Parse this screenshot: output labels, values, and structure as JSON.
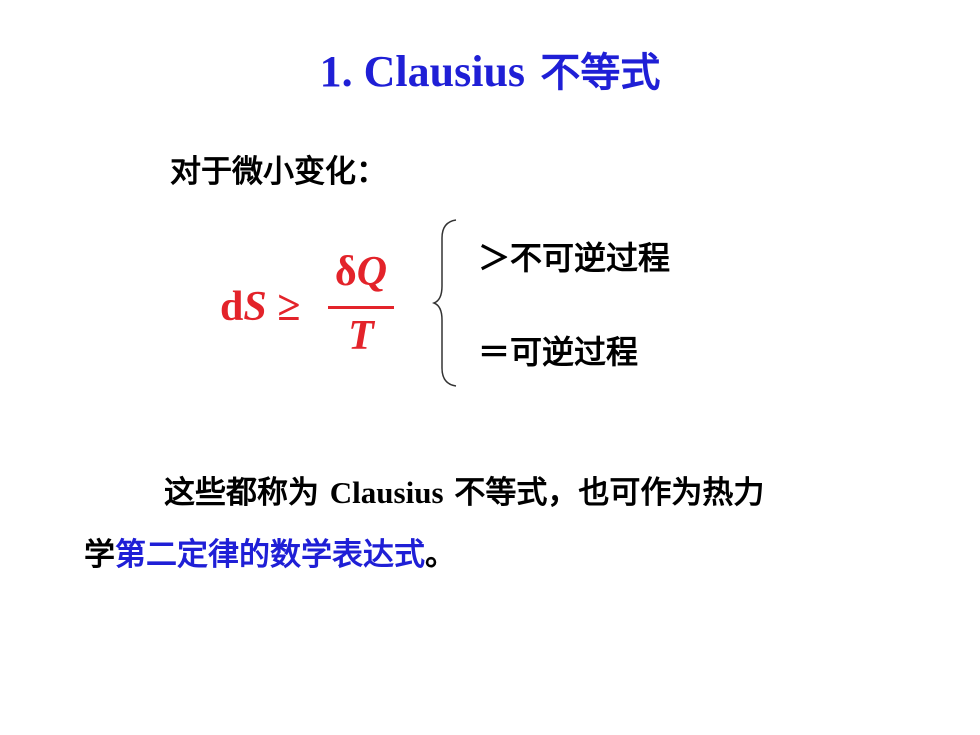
{
  "slide": {
    "title_latin": "1. Clausius",
    "title_cjk": "不等式",
    "intro": "对于微小变化：",
    "formula": {
      "lhs_d": "d",
      "lhs_S": "S",
      "relation": " ≥",
      "numerator_delta": "δ",
      "numerator_Q": "Q",
      "denominator": "T"
    },
    "cases": {
      "irreversible": "＞不可逆过程",
      "reversible": "＝可逆过程"
    },
    "paragraph": {
      "part1": "这些都称为 ",
      "part2_latin": "Clausius",
      "part3": " 不等式，也可作为热力",
      "line2_prefix": "学",
      "line2_blue": "第二定律的数学表达式",
      "line2_suffix": "。"
    },
    "colors": {
      "title": "#1f1fd6",
      "formula": "#e3232a",
      "highlight": "#1f1fd6"
    }
  }
}
